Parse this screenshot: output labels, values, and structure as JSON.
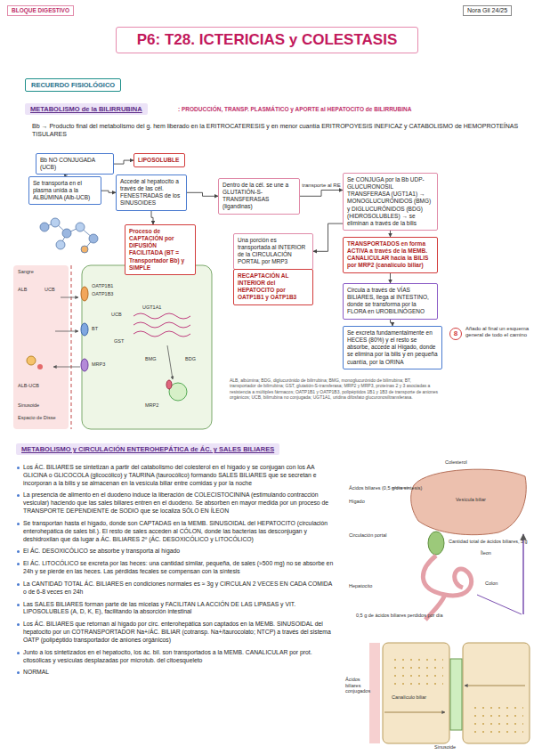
{
  "diagram": {
    "title": "P6: T28. ICTERICIAS y COLESTASIS",
    "nodes": [
      {
        "text": [
          "RECUERDO FISIOLÓGICO"
        ]
      },
      {
        "text": [
          "METABOLISMO de la BILIRRUBINA"
        ]
      },
      {
        "text": [
          "Bb NO CONJUGADA (UCB)"
        ]
      },
      {
        "text": [
          "LIPOSOLUBLE"
        ]
      },
      {
        "text": [
          "Se transporta en el plasma unida a la ALBÚMINA (Alb-UCB)"
        ]
      },
      {
        "text": [
          "Accede al hepatocito a través de las cél. FENESTRADAS de los SINUSOIDES"
        ]
      },
      {
        "text": [
          "Proceso de CAPTACIÓN por DIFUSIÓN FACILITADA (BT = Transportador Bb) y SIMPLE"
        ]
      },
      {
        "text": [
          "Dentro de la cél. se une a GLUTATIÓN-S-TRANSFERASAS (ligandinas)"
        ]
      },
      {
        "text": [
          "Se CONJUGA por la Bb UDP-GLUCURONOSIL TRANSFERASA (UGT1A1) → MONOGLUCURÓNIDOS (BMG) y DIGLUCURÓNIDOS (BDG) (HIDROSOLUBLES) → se eliminan a través de la bilis"
        ]
      },
      {
        "text": [
          "Una porción es transportada al INTERIOR de la CIRCULACIÓN PORTAL por MRP3"
        ]
      },
      {
        "text": [
          "RECAPTACIÓN AL INTERIOR del HEPATOCITO por OATP1B1 y OATP1B3"
        ]
      },
      {
        "text": [
          "TRANSPORTADOS en forma ACTIVA a través de la MEMB. CANALICULAR hacia la BILIS por MRP2 (canalículo biliar)"
        ]
      },
      {
        "text": [
          "Circula a través de VÍAS BILIARES, llega al INTESTINO, donde se transforma por la FLORA en UROBILINÓGENO"
        ]
      },
      {
        "text": [
          "Se excreta fundamentalmente en HECES (80%) y el resto se absorbe, accede al Hígado, donde se elimina por la bilis y en pequeña cuantía, por la ORINA"
        ]
      },
      {
        "text": [
          "8"
        ]
      },
      {
        "text": [
          "METABOLISMO y CIRCULACIÓN ENTEROHEPÁTICA de ÁC. y SALES BILIARES"
        ]
      }
    ],
    "edges": [
      {
        "from": 2,
        "to": 3,
        "arrow": "to"
      },
      {
        "from": 2,
        "to": 4,
        "arrow": "to"
      },
      {
        "from": 4,
        "to": 5,
        "arrow": "to"
      },
      {
        "from": 5,
        "to": 6,
        "arrow": "to"
      },
      {
        "from": 5,
        "to": 7,
        "arrow": "to"
      },
      {
        "from": 7,
        "to": 8,
        "label": "transporte al RE",
        "arrow": "to"
      },
      {
        "from": 8,
        "to": 9,
        "arrow": "to"
      },
      {
        "from": 9,
        "to": 10,
        "arrow": "to"
      },
      {
        "from": 8,
        "to": 11,
        "arrow": "to"
      },
      {
        "from": 11,
        "to": 12,
        "arrow": "to"
      },
      {
        "from": 12,
        "to": 13,
        "arrow": "to"
      }
    ],
    "labels": [
      "BLOQUE DIGESTIVO",
      "Nora Gil 24/25",
      ": PRODUCCIÓN, TRANSP. PLASMÁTICO y APORTE al HEPATOCITO de BILIRRUBINA",
      "Bb → Producto final del metabolismo del g. hem liberado en la ERITROCATERESIS y en menor cuantía ERITROPOYESIS INEFICAZ y CATABOLISMO de HEMOPROTEÍNAS TISULARES",
      "Sangre",
      "ALB",
      "UCB",
      "OATP1B1",
      "OATP1B3",
      "BT",
      "UCB",
      "GST",
      "UGT1A1",
      "MRP3",
      "BMG",
      "BDG",
      "MRP2",
      "ALB-UCB",
      "Sinusoide",
      "Espacio de Disse",
      "ALB, albúmina; BDG, diglucurónido de bilirrubina; BMG, monoglucurónido de bilirrubina; BT, transportador de bilirrubina; GST, glutatión-S-transferasa; MRP2 y MRP3, proteínas 2 y 3 asociadas a resistencia a múltiples fármacos; OATP1B1 y OATP1B3, polipéptidos 1B1 y 1B3 de transporte de aniones orgánicos; UCB, bilirrubina no conjugada; UGT1A1, uridina difosfato glucuronosiltransferasa.",
      "Añado al final un esquema general de todo el camino",
      "Los ÁC. BILIARES se sintetizan a partir del catabolismo del colesterol en el hígado y se conjugan con los AA GLICINA o GLICOCOLA (glicocólico) y TAURINA (taurocólico) formando SALES BILIARES que se secretan e incorporan a la bilis y se almacenan en la vesícula biliar entre comidas y por la noche",
      "La presencia de alimento en el duodeno induce la liberación de COLECISTOCININA (estimulando contracción vesicular) haciendo que las sales biliares entren en el duodeno. Se absorben en mayor medida por un proceso de TRANSPORTE DEPENDIENTE de SODIO que se localiza SÓLO EN ÍLEON",
      "Se transportan hasta el hígado, donde son CAPTADAS en la MEMB. SINUSOIDAL del HEPATOCITO (circulación enterohepática de sales bil.). El resto de sales acceden al CÓLON, donde las bacterias las desconjugan y deshidroxilan que da lugar a ÁC. BILIARES 2º (ÁC. DESOXICÓLICO y LITOCÓLICO)",
      "El ÁC. DESOXICÓLICO se absorbe y transporta al hígado",
      "El ÁC. LITOCÓLICO se excreta por las heces: una cantidad similar, pequeña, de sales (≈500 mg) no se absorbe en 24h y se pierde en las heces. Las pérdidas fecales se compensan con la síntesis",
      "La CANTIDAD TOTAL ÁC. BILIARES en condiciones normales es ≈ 3g y CIRCULAN 2 VECES EN CADA COMIDA o de 6-8 veces en 24h",
      "Las SALES BILIARES forman parte de las micelas y FACILITAN LA ACCIÓN DE LAS LIPASAS y VIT. LIPOSOLUBLES (A, D, K, E), facilitando la absorción intestinal",
      "Los ÁC. BILIARES que retornan al hígado por circ. enterohepática son captados en la MEMB. SINUSOIDAL del hepatocito por un COTRANSPORTADOR Na+/ÁC. BILIAR (cotransp. Na+/taurocolato; NTCP) a través del sistema OATP (polipéptido transportador de aniones orgánicos)",
      "Junto a los sintetizados en el hepatocito, los ác. bil. son transportados a la MEMB. CANALICULAR por prot. citosólicas y vesículas desplazadas por microtub. del citoesqueleto",
      "NORMAL",
      "Colesterol",
      "Ácidos biliares (0,5 g/día síntesis)",
      "Hígado",
      "Vesícula biliar",
      "Cantidad total de ácidos biliares, 3 g",
      "Circulación portal",
      "Íleon",
      "Colon",
      "0,5 g de ácidos biliares perdidos por día",
      "Hepatocito",
      "Canalículo biliar",
      "Sinusoide",
      "Ácidos biliares conjugados"
    ]
  }
}
